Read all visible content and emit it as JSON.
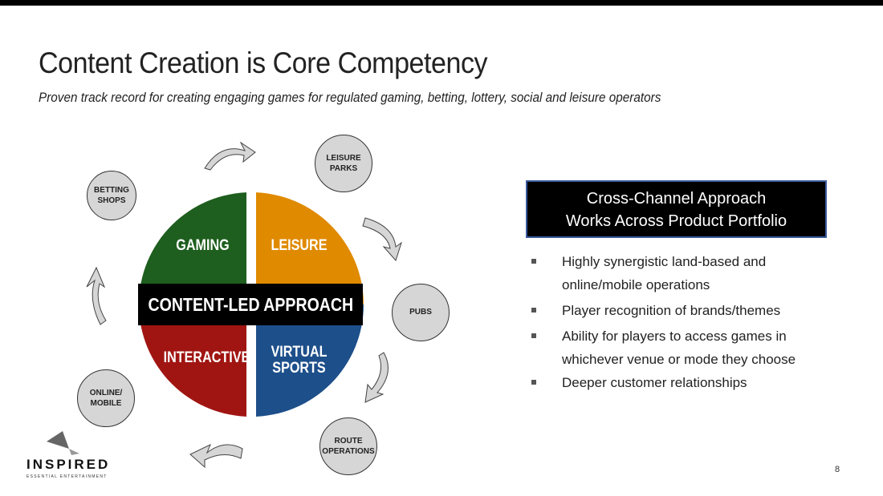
{
  "title": "Content Creation is Core Competency",
  "subtitle": "Proven track record for creating engaging games for regulated gaming, betting, lottery, social and leisure operators",
  "diagram": {
    "center": "CONTENT-LED APPROACH",
    "quadrants": [
      {
        "label": "GAMING",
        "color": "#1e5e1e"
      },
      {
        "label": "LEISURE",
        "color": "#e08a00"
      },
      {
        "label": "INTERACTIVE",
        "color": "#a01512"
      },
      {
        "label": "VIRTUAL\nSPORTS",
        "color": "#1d4f8a"
      }
    ],
    "channels": [
      "BETTING\nSHOPS",
      "LEISURE\nPARKS",
      "PUBS",
      "ROUTE\nOPERATIONS",
      "ONLINE/\nMOBILE"
    ]
  },
  "panel": {
    "heading": "Cross-Channel Approach\nWorks Across Product Portfolio",
    "bullets": [
      "Highly synergistic land-based and online/mobile operations",
      "Player recognition of brands/themes",
      "Ability for players to access games in whichever venue or mode they choose",
      "Deeper customer relationships"
    ]
  },
  "logo": {
    "name": "INSPIRED",
    "tagline": "ESSENTIAL ENTERTAINMENT"
  },
  "page_number": "8"
}
